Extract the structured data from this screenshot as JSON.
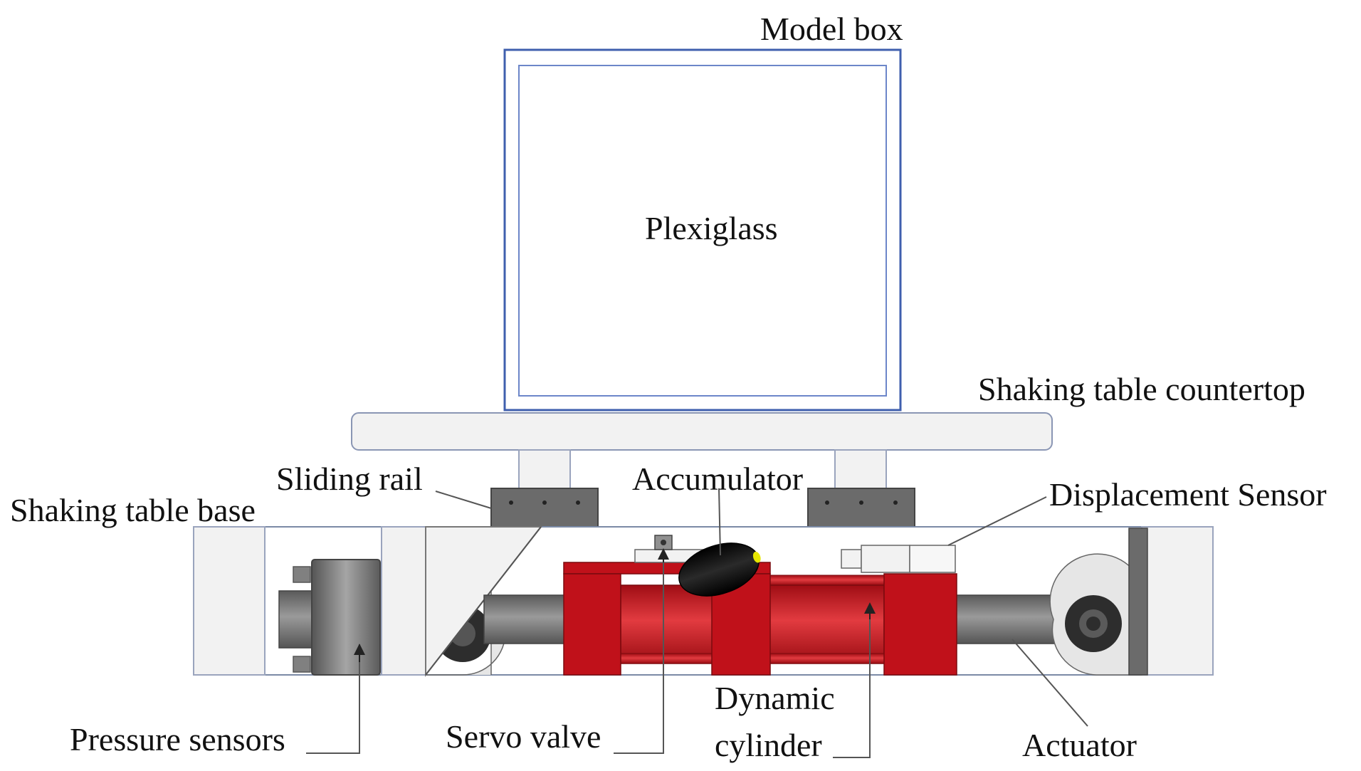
{
  "labels": {
    "model_box": "Model box",
    "plexiglass": "Plexiglass",
    "countertop": "Shaking table countertop",
    "sliding_rail": "Sliding rail",
    "accumulator": "Accumulator",
    "table_base": "Shaking table base",
    "displacement_sensor": "Displacement Sensor",
    "pressure_sensors": "Pressure sensors",
    "servo_valve": "Servo valve",
    "dynamic_cylinder_line1": "Dynamic",
    "dynamic_cylinder_line2": "cylinder",
    "actuator": "Actuator"
  },
  "colors": {
    "box_border": "#3f5fae",
    "table_fill": "#f2f2f2",
    "base_border": "#7b8aa6",
    "rail_dark": "#6b6b6b",
    "cylinder_red": "#c0111a",
    "cylinder_dark_red": "#9a0c12",
    "rod_gray": "#6e6e6e",
    "accumulator_black": "#111111",
    "accent_yellow": "#e6e600"
  }
}
